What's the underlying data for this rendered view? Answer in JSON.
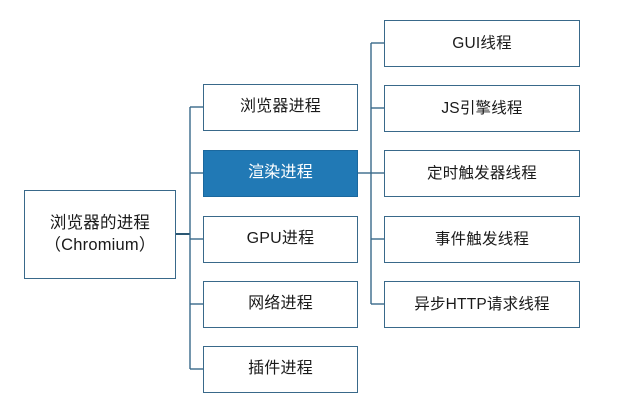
{
  "diagram": {
    "title_root": {
      "line1": "浏览器的进程",
      "line2": "（Chromium）"
    },
    "processes": [
      {
        "label": "浏览器进程",
        "highlighted": false
      },
      {
        "label": "渲染进程",
        "highlighted": true
      },
      {
        "label": "GPU进程",
        "highlighted": false
      },
      {
        "label": "网络进程",
        "highlighted": false
      },
      {
        "label": "插件进程",
        "highlighted": false
      }
    ],
    "threads": [
      {
        "label": "GUI线程"
      },
      {
        "label": "JS引擎线程"
      },
      {
        "label": "定时触发器线程"
      },
      {
        "label": "事件触发线程"
      },
      {
        "label": "异步HTTP请求线程"
      }
    ],
    "colors": {
      "box_border": "#39698a",
      "highlight_fill": "#2179b5",
      "highlight_text": "#ffffff",
      "text": "#1a1a1a",
      "background": "#ffffff",
      "connector": "#39698a"
    }
  }
}
